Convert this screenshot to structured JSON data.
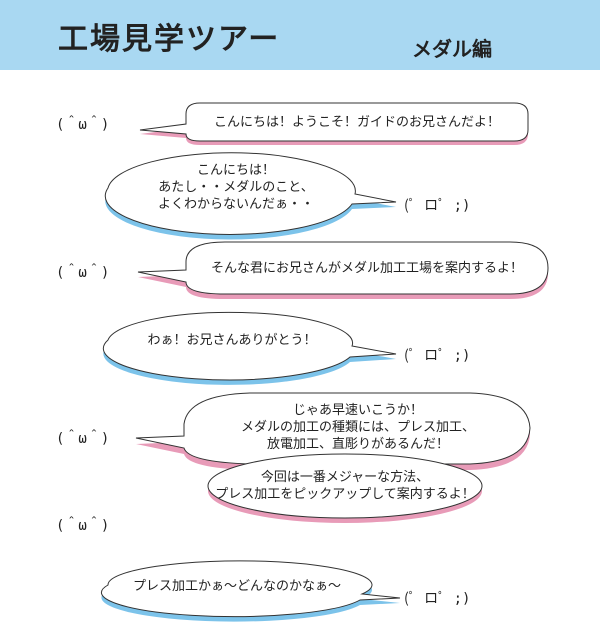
{
  "header": {
    "title": "工場見学ツアー",
    "subtitle": "メダル編",
    "background": "#a9d8f2"
  },
  "faces": {
    "guide": "(＾ω＾)",
    "girl": "(ﾟ ロﾟ ;)"
  },
  "colors": {
    "guide_shadow": "#e89bb8",
    "girl_shadow": "#7cc3ea"
  },
  "dialogue": [
    {
      "speaker": "guide",
      "lines": [
        "こんにちは！ようこそ！ガイドのお兄さんだよ！"
      ]
    },
    {
      "speaker": "girl",
      "lines": [
        "こんにちは！",
        "あたし・・メダルのこと、",
        "よくわからないんだぁ・・"
      ]
    },
    {
      "speaker": "guide",
      "lines": [
        "そんな君にお兄さんがメダル加工工場を案内するよ！"
      ]
    },
    {
      "speaker": "girl",
      "lines": [
        "わぁ！お兄さんありがとう！"
      ]
    },
    {
      "speaker": "guide",
      "lines": [
        "じゃあ早速いこうか！",
        "メダルの加工の種類には、プレス加工、",
        "放電加工、直彫りがあるんだ！"
      ]
    },
    {
      "speaker": "guide",
      "lines": [
        "今回は一番メジャーな方法、",
        "プレス加工をピックアップして案内するよ！"
      ]
    },
    {
      "speaker": "girl",
      "lines": [
        "プレス加工かぁ～どんなのかなぁ～"
      ]
    }
  ]
}
